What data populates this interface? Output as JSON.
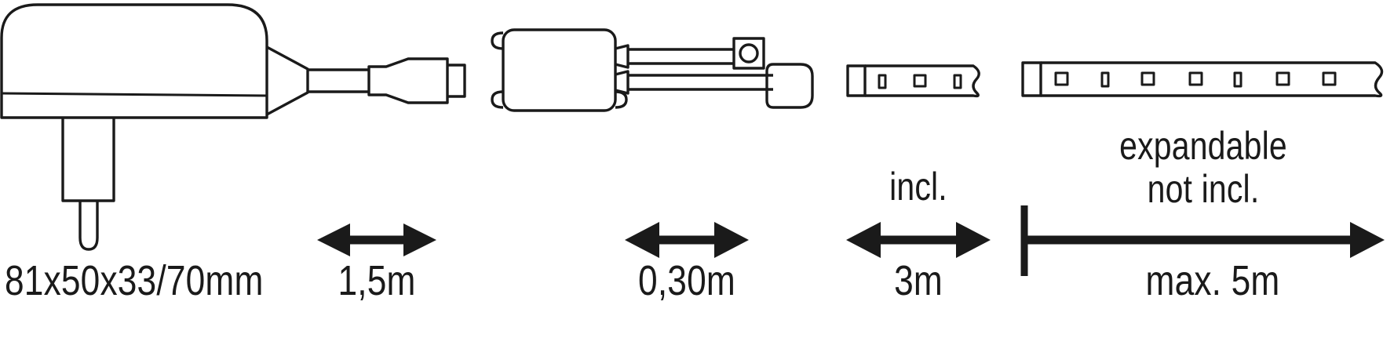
{
  "diagram": {
    "title": "LED strip set dimensions and scope of delivery",
    "stroke_color": "#1a1a1a",
    "background_color": "#ffffff"
  },
  "components": [
    {
      "id": "power-supply",
      "name": "plug-in power supply",
      "label": "81x50x33/70mm"
    },
    {
      "id": "power-cable",
      "name": "dc cable with barrel connector",
      "label": "1,5m"
    },
    {
      "id": "controller-box",
      "name": "driver box with connection leads",
      "label": "0,30m"
    },
    {
      "id": "led-strip-included",
      "name": "led strip included",
      "label": "3m",
      "note": "incl."
    },
    {
      "id": "led-strip-expandable",
      "name": "led strip expandable",
      "label": "max. 5m",
      "note_line1": "expandable",
      "note_line2": "not incl."
    }
  ],
  "measurements": {
    "housing_dimensions": "81x50x33/70mm",
    "mains_cable_length": "1,5m",
    "driver_lead_length": "0,30m",
    "strip_included_length": "3m",
    "strip_max_length": "max. 5m"
  },
  "notes": {
    "included": "incl.",
    "expandable": "expandable",
    "not_included": "not incl."
  }
}
